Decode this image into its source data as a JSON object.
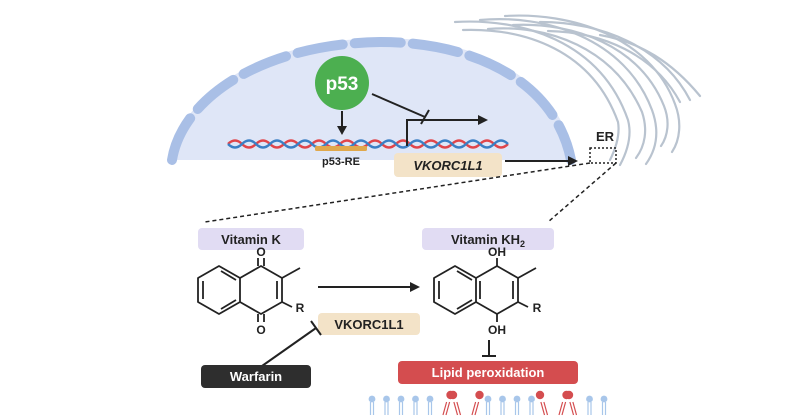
{
  "labels": {
    "p53": "p53",
    "p53_re": "p53-RE",
    "gene": "VKORC1L1",
    "er": "ER",
    "vitamin_k": "Vitamin K",
    "vitamin_kh2_base": "Vitamin KH",
    "vitamin_kh2_sub": "2",
    "enzyme": "VKORC1L1",
    "warfarin": "Warfarin",
    "lipid_peroxidation": "Lipid peroxidation",
    "oxo_top": "O",
    "oxo_bottom": "O",
    "r_left": "R",
    "oh_top": "OH",
    "oh_bottom": "OH",
    "r_right": "R"
  },
  "colors": {
    "nucleus_fill": "#dfe6f7",
    "envelope": "#a9bfe6",
    "p53_green": "#4caf50",
    "label_purple": "#e1dcf3",
    "gene_tan": "#f3e3c8",
    "warfarin_dark": "#2e2e2e",
    "lipid_red": "#d44d4f",
    "dna_red": "#e0454a",
    "dna_blue": "#3b7fc4",
    "er_gray": "#b9c3cf"
  }
}
